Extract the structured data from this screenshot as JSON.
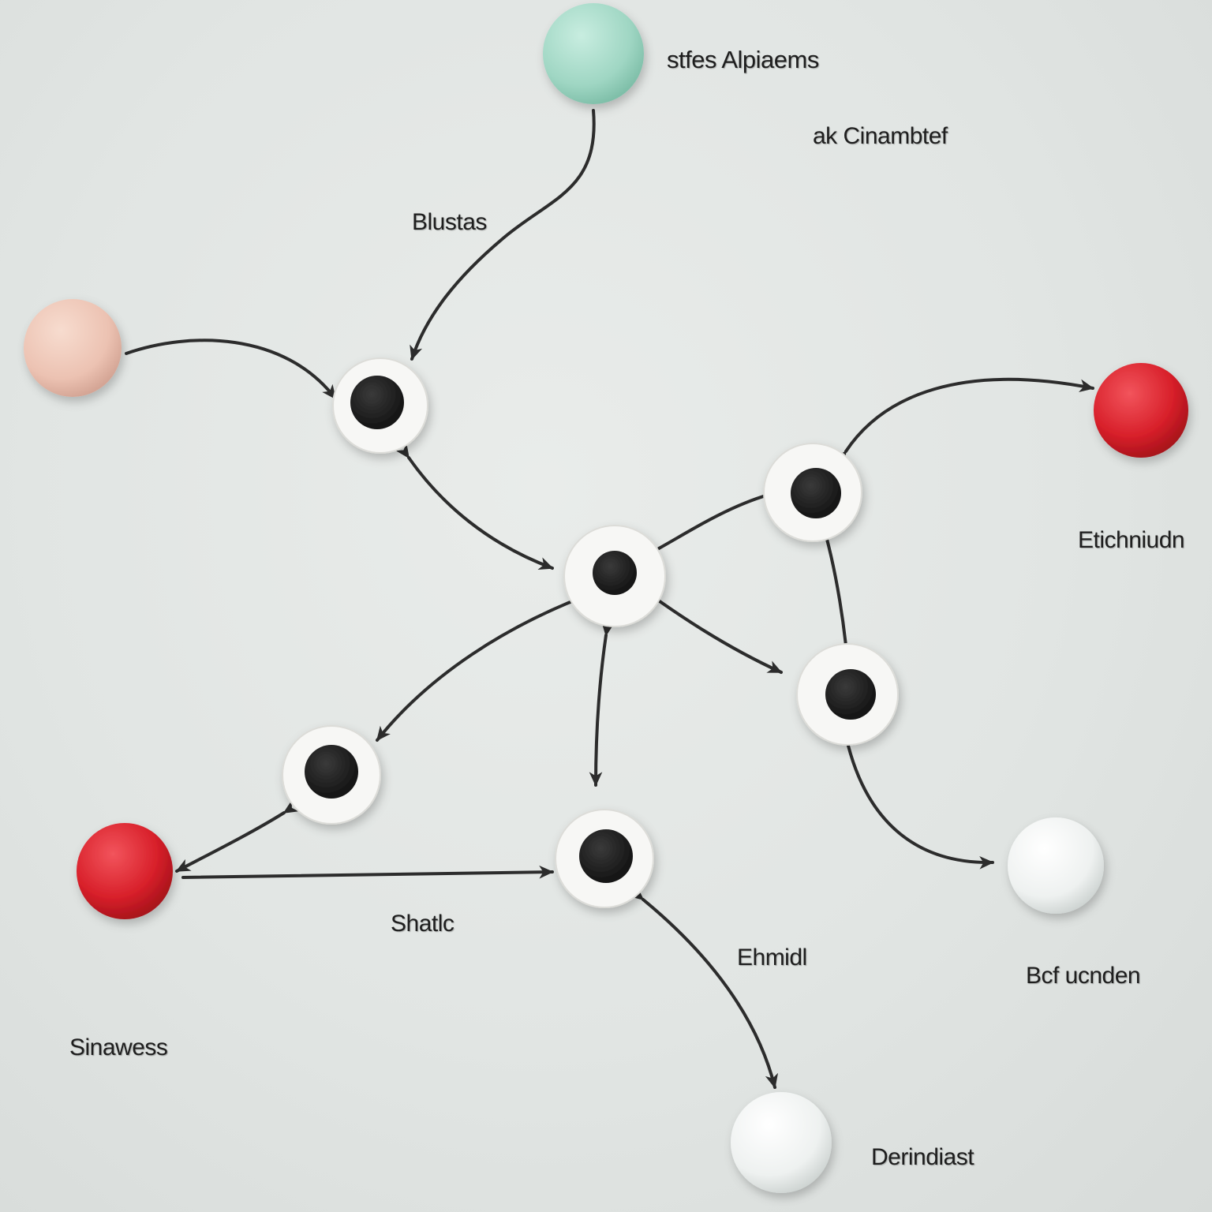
{
  "labels": {
    "title": "stfes  Alpiaems",
    "subtitle": "ak Cinambtef",
    "blustas": "Blustas",
    "etichniudn": "Etichniudn",
    "shatlc": "Shatlc",
    "ehmidl": "Ehmidl",
    "bcf_ucnden": "Bcf ucnden",
    "sinawess": "Sinawess",
    "derindiast": "Derindiast"
  },
  "colors": {
    "background": "#e3e7e5",
    "wire": "#2c2c2c",
    "hub_disc": "#f7f7f5",
    "hub_core": "#1c1c1c",
    "ball_mint": "#9fd6c3",
    "ball_peach": "#ecc2b2",
    "ball_red": "#d8202a",
    "ball_white": "#eef1f0"
  },
  "nodes": {
    "hubs": [
      "hub-upper-left",
      "hub-center",
      "hub-right",
      "hub-lower-right",
      "hub-lower-left",
      "hub-bottom"
    ],
    "balls": [
      "ball-mint-top",
      "ball-peach-left",
      "ball-red-right",
      "ball-red-left",
      "ball-white-right",
      "ball-white-bottom"
    ]
  }
}
